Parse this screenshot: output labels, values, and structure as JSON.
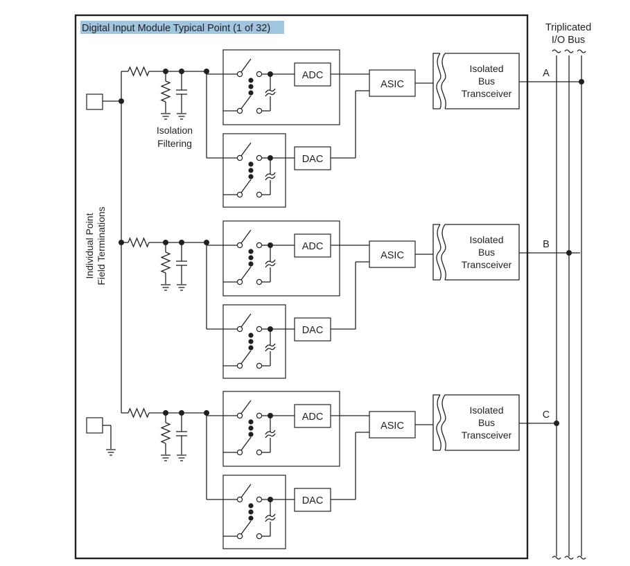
{
  "title": "Digital Input Module Typical Point (1 of 32)",
  "title_highlight_color": "#9fc5e0",
  "bus_label": [
    "Triplicated",
    "I/O Bus"
  ],
  "side_label": [
    "Individual Point",
    "Field Terminations"
  ],
  "filter_label": [
    "Isolation",
    "Filtering"
  ],
  "channels": [
    {
      "bus_letter": "A",
      "adc_label": "ADC",
      "dac_label": "DAC",
      "asic_label": "ASIC",
      "transceiver_label": [
        "Isolated",
        "Bus",
        "Transceiver"
      ],
      "bus_index": 2
    },
    {
      "bus_letter": "B",
      "adc_label": "ADC",
      "dac_label": "DAC",
      "asic_label": "ASIC",
      "transceiver_label": [
        "Isolated",
        "Bus",
        "Transceiver"
      ],
      "bus_index": 1
    },
    {
      "bus_letter": "C",
      "adc_label": "ADC",
      "dac_label": "DAC",
      "asic_label": "ASIC",
      "transceiver_label": [
        "Isolated",
        "Bus",
        "Transceiver"
      ],
      "bus_index": 0
    }
  ],
  "terminals": [
    {
      "name": "field-terminal-input",
      "grounded": false
    },
    {
      "name": "field-terminal-ground",
      "grounded": true
    }
  ],
  "colors": {
    "line": "#231f20",
    "label": "#231f20"
  }
}
